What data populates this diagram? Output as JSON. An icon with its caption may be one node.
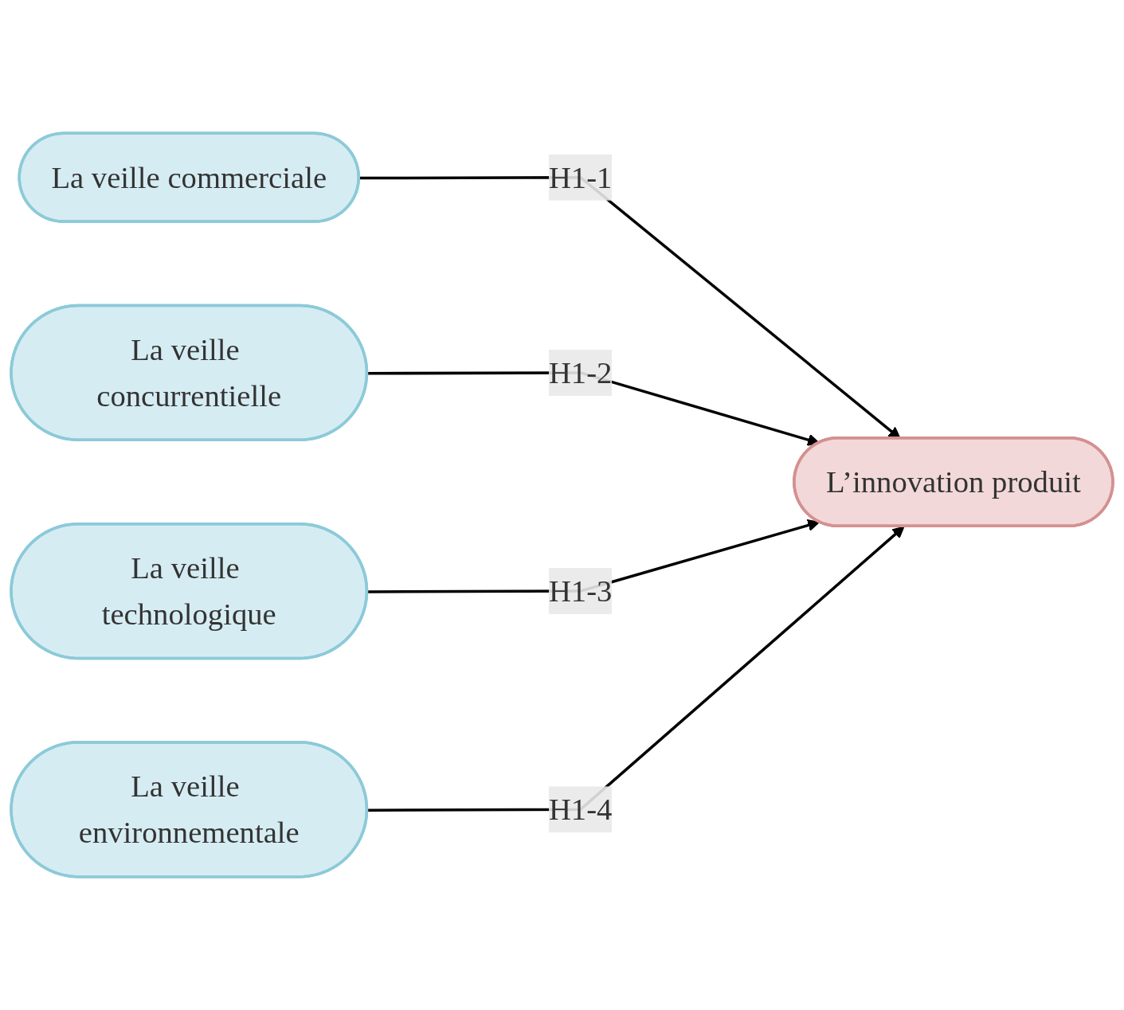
{
  "diagram": {
    "nodes": [
      {
        "text": [
          "La veille commerciale"
        ]
      },
      {
        "text": [
          "La veille concurrentielle"
        ]
      },
      {
        "text": [
          "La veille technologique"
        ]
      },
      {
        "text": [
          "La veille environnementale"
        ]
      },
      {
        "text": [
          "L’innovation produit"
        ]
      }
    ],
    "edges": [
      {
        "from": 0,
        "to": 4,
        "arrow": "to",
        "label": "H1-1"
      },
      {
        "from": 1,
        "to": 4,
        "arrow": "to",
        "label": "H1-2"
      },
      {
        "from": 2,
        "to": 4,
        "arrow": "to",
        "label": "H1-3"
      },
      {
        "from": 3,
        "to": 4,
        "arrow": "to",
        "label": "H1-4"
      }
    ]
  }
}
